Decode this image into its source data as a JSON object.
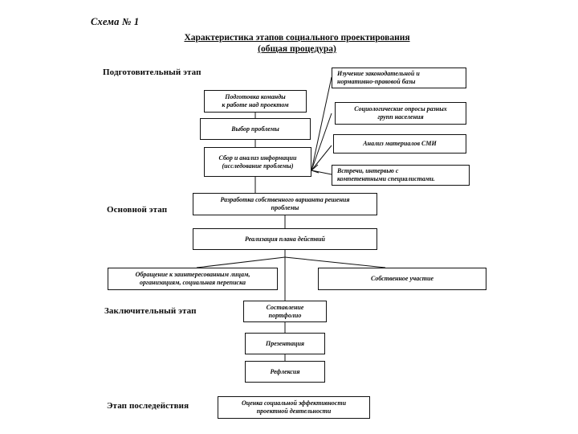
{
  "document": {
    "scheme_number": "Схема № 1",
    "title_line1": "Характеристика этапов социального проектирования",
    "title_line2": "(общая процедура)"
  },
  "stages": [
    {
      "id": "preparatory",
      "label": "Подготовительный этап"
    },
    {
      "id": "main",
      "label": "Основной этап"
    },
    {
      "id": "final",
      "label": "Заключительный этап"
    },
    {
      "id": "aftereffect",
      "label": "Этап последействия"
    }
  ],
  "nodes": {
    "team_prep": "Подготовка команды\nк работе над проектом",
    "problem_choice": "Выбор проблемы",
    "info_gather": "Сбор и анализ информации\n(исследование проблемы)",
    "legal_study": "Изучение законодательной и\nнормативно-правовой базы",
    "surveys": "Социологические опросы разных\nгрупп населения",
    "media_analysis": "Анализ материалов СМИ",
    "interviews": "Встречи, интервью с\nкомпетентными специалистами.",
    "own_solution": "Разработка собственного варианта решения\nпроблемы",
    "plan_impl": "Реализация плана действий",
    "appeals": "Обращение к заинтересованным лицам,\nорганизациям, социальная переписка",
    "own_participation": "Собственное участие",
    "portfolio": "Составление\nпортфолио",
    "presentation": "Презентация",
    "reflection": "Рефлексия",
    "effectiveness": "Оценка социальной эффективности\nпроектной деятельности"
  },
  "colors": {
    "background": "#ffffff",
    "ink": "#0a0a0a",
    "border": "#111111"
  }
}
